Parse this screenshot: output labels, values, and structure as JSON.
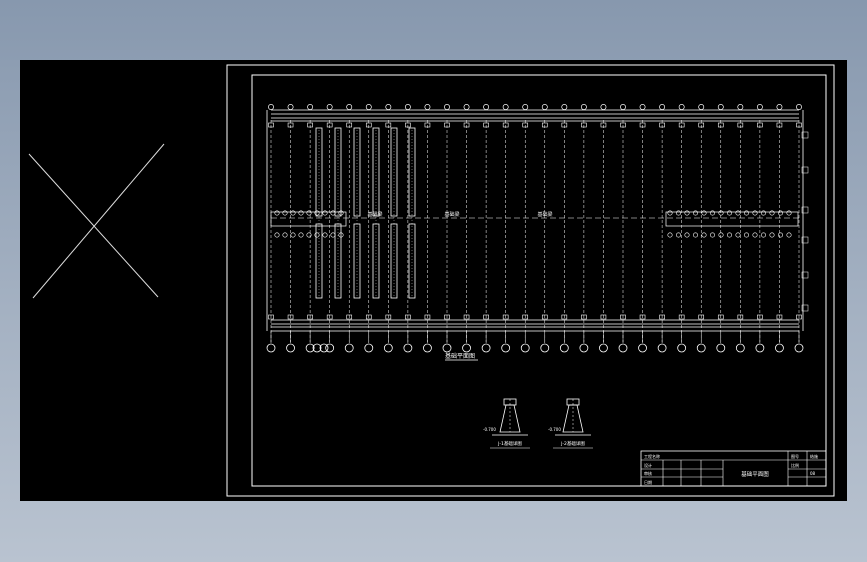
{
  "drawing": {
    "grid_columns": 28,
    "main_title": "基础平面图",
    "detail_labels": [
      "J-1基础详图",
      "J-2基础详图"
    ],
    "detail_elevation": "-0.700",
    "center_labels": [
      "基础梁",
      "基础梁",
      "基础梁"
    ]
  },
  "title_block": {
    "drawing_name": "基础平面图",
    "cells": [
      "工程名称",
      "设计",
      "审核",
      "日期",
      "图号",
      "比例",
      "结施",
      "08"
    ]
  },
  "colors": {
    "background": "#000000",
    "lines": "#ffffff",
    "desktop_top": "#8798ae",
    "desktop_bottom": "#b9c3d0"
  }
}
